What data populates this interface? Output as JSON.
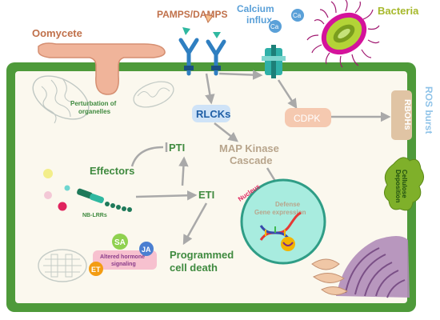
{
  "labels": {
    "oomycete": "Oomycete",
    "pamps": "PAMPS/DAMPS",
    "calcium_line1": "Calcium",
    "calcium_line2": "influx",
    "ca": "Ca",
    "bacteria": "Bacteria",
    "perturbation_line1": "Perturbation of",
    "perturbation_line2": "organelles",
    "rlcks": "RLCKs",
    "cdpk": "CDPK",
    "rbohs": "RBOHs",
    "ros_burst": "ROS burst",
    "map_line1": "MAP Kinase",
    "map_line2": "Cascade",
    "pti": "PTI",
    "effectors": "Effectors",
    "eti": "ETI",
    "nb_lrrs": "NB-LRRs",
    "nucleus": "Nucleus",
    "defense_line1": "Defense",
    "defense_line2": "Gene expression",
    "cellulose_line1": "Cellulose",
    "cellulose_line2": "Deposition",
    "sa": "SA",
    "ja": "JA",
    "et": "ET",
    "hormone_line1": "Altered hormone",
    "hormone_line2": "signaling",
    "pcd_line1": "Programmed",
    "pcd_line2": "cell death"
  },
  "colors": {
    "cell_wall": "#4e9a3a",
    "cytoplasm": "#fbf8ee",
    "oomycete": "#f0b49a",
    "receptor": "#2f7fc1",
    "rlcks_box": "#cfe3f7",
    "rlcks_text": "#1f5fa6",
    "cdpk_box": "#f5c9b0",
    "rbohs_box": "#e0c4a4",
    "ros_text": "#8fc3e8",
    "map_text": "#b8a58c",
    "green_text": "#3f8a3f",
    "nucleus_fill": "#a8ecdf",
    "nucleus_stroke": "#2f9d86",
    "red_text": "#e0245e",
    "bacteria_text": "#a6b82a",
    "title_text": "#c0704a",
    "calcium_text": "#5aa0d8"
  }
}
